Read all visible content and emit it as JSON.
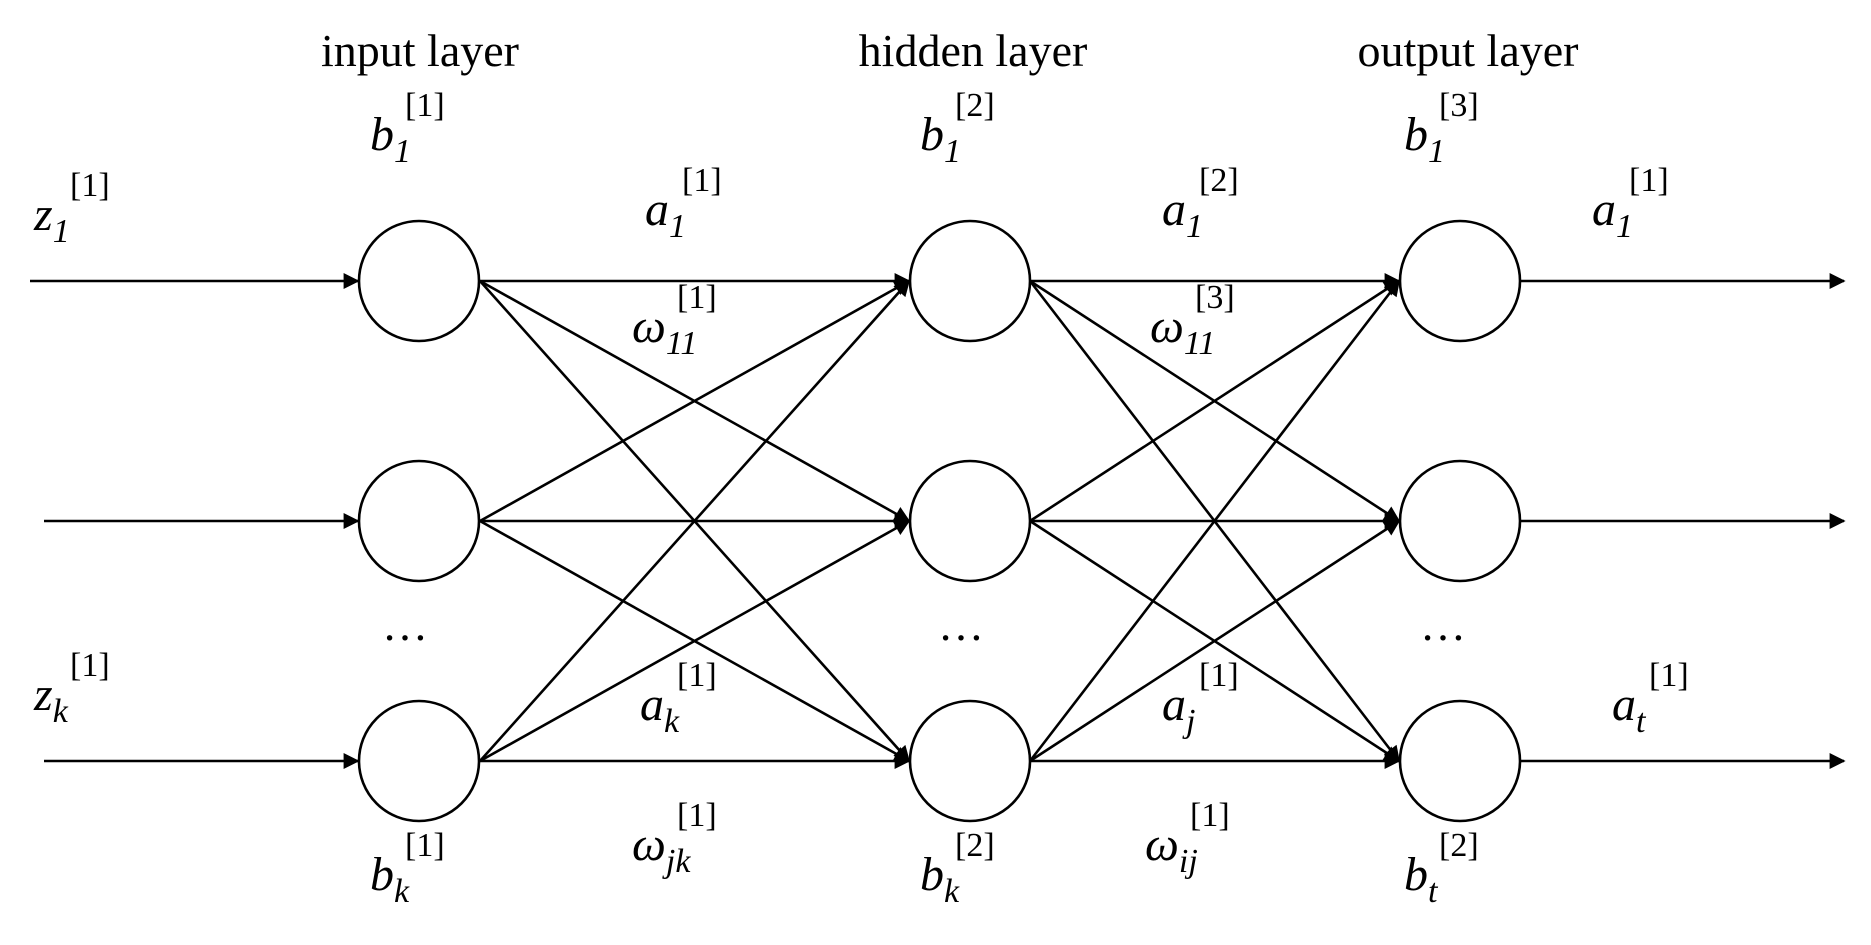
{
  "headers": {
    "input": "input layer",
    "hidden": "hidden layer",
    "output": "output layer"
  },
  "ellipsis": "…",
  "labels": {
    "z_in_top": {
      "base": "z",
      "sub": "1",
      "sup": "[1]"
    },
    "z_in_bottom": {
      "base": "z",
      "sub": "k",
      "sup": "[1]"
    },
    "b_input_top": {
      "base": "b",
      "sub": "1",
      "sup": "[1]"
    },
    "b_input_bottom": {
      "base": "b",
      "sub": "k",
      "sup": "[1]"
    },
    "b_hidden_top": {
      "base": "b",
      "sub": "1",
      "sup": "[2]"
    },
    "b_hidden_bottom": {
      "base": "b",
      "sub": "k",
      "sup": "[2]"
    },
    "b_output_top": {
      "base": "b",
      "sub": "1",
      "sup": "[3]"
    },
    "b_output_bottom": {
      "base": "b",
      "sub": "t",
      "sup": "[2]"
    },
    "a_input_top": {
      "base": "a",
      "sub": "1",
      "sup": "[1]"
    },
    "a_input_bottom": {
      "base": "a",
      "sub": "k",
      "sup": "[1]"
    },
    "a_hidden_top": {
      "base": "a",
      "sub": "1",
      "sup": "[2]"
    },
    "a_hidden_bottom": {
      "base": "a",
      "sub": "j",
      "sup": "[1]"
    },
    "a_out_top": {
      "base": "a",
      "sub": "1",
      "sup": "[1]"
    },
    "a_out_bottom": {
      "base": "a",
      "sub": "t",
      "sup": "[1]"
    },
    "w_input_top": {
      "base": "ω",
      "sub": "11",
      "sup": "[1]"
    },
    "w_input_bottom": {
      "base": "ω",
      "sub": "jk",
      "sup": "[1]"
    },
    "w_hidden_top": {
      "base": "ω",
      "sub": "11",
      "sup": "[3]"
    },
    "w_hidden_bottom": {
      "base": "ω",
      "sub": "ij",
      "sup": "[1]"
    }
  }
}
